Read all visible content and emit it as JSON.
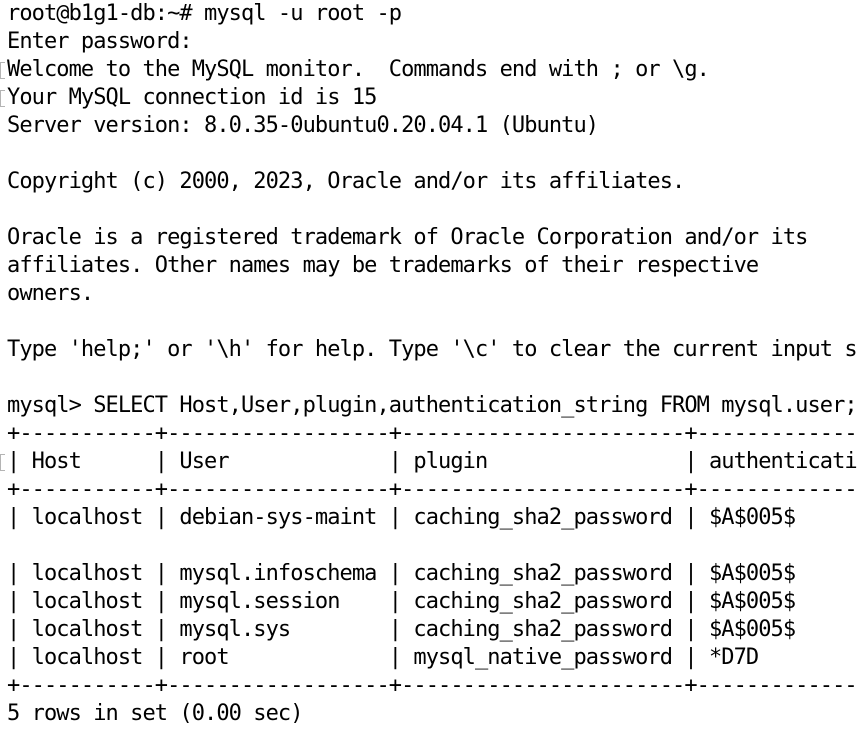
{
  "terminal": {
    "lines": [
      "root@b1g1-db:~# mysql -u root -p",
      "Enter password:",
      "Welcome to the MySQL monitor.  Commands end with ; or \\g.",
      "Your MySQL connection id is 15",
      "Server version: 8.0.35-0ubuntu0.20.04.1 (Ubuntu)",
      "",
      "Copyright (c) 2000, 2023, Oracle and/or its affiliates.",
      "",
      "Oracle is a registered trademark of Oracle Corporation and/or its",
      "affiliates. Other names may be trademarks of their respective",
      "owners.",
      "",
      "Type 'help;' or '\\h' for help. Type '\\c' to clear the current input statement.",
      "",
      "mysql> SELECT Host,User,plugin,authentication_string FROM mysql.user;",
      "+-----------+------------------+-----------------------+------------------------------------------------------------------------+",
      "| Host      | User             | plugin                | authentication_string                                                  |",
      "+-----------+------------------+-----------------------+------------------------------------------------------------------------+",
      "| localhost | debian-sys-maint | caching_sha2_password | $A$005$",
      "",
      "| localhost | mysql.infoschema | caching_sha2_password | $A$005$",
      "| localhost | mysql.session    | caching_sha2_password | $A$005$",
      "| localhost | mysql.sys        | caching_sha2_password | $A$005$",
      "| localhost | root             | mysql_native_password | *D7D",
      "+-----------+------------------+-----------------------+------------------------------------------------------------------------+",
      "5 rows in set (0.00 sec)"
    ]
  }
}
